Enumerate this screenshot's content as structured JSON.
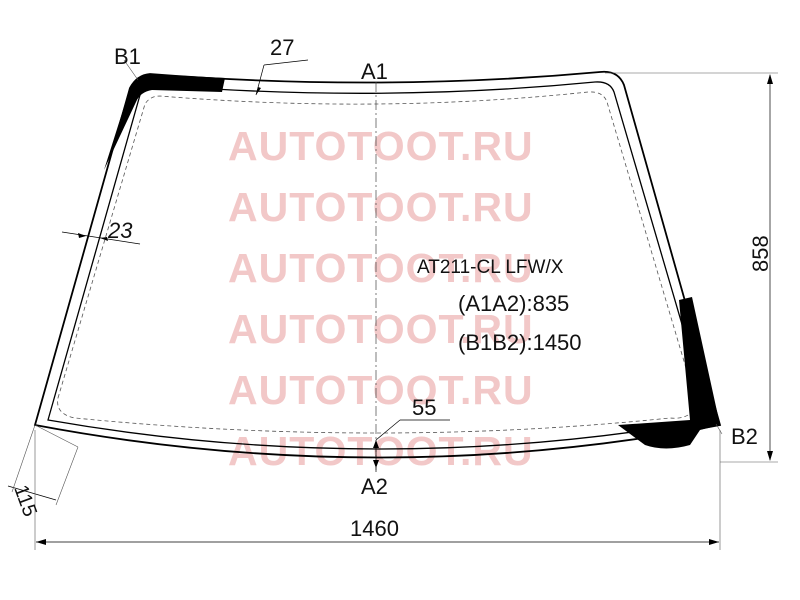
{
  "watermark": "AUTOTOOT.RU",
  "watermark_rows": 6,
  "part_code": "AT211-CL LFW/X",
  "a1a2": "(A1A2):835",
  "b1b2": "(B1B2):1450",
  "labels": {
    "a1": "A1",
    "a2": "A2",
    "b1": "B1",
    "b2": "B2"
  },
  "dimensions": {
    "top_band": "27",
    "side_band": "23",
    "bottom_band": "55",
    "corner": "115",
    "height": "858",
    "width": "1460"
  },
  "colors": {
    "outline": "#000000",
    "tint": "#000000",
    "watermark": "#f2c8c8",
    "dashed": "#555555"
  }
}
